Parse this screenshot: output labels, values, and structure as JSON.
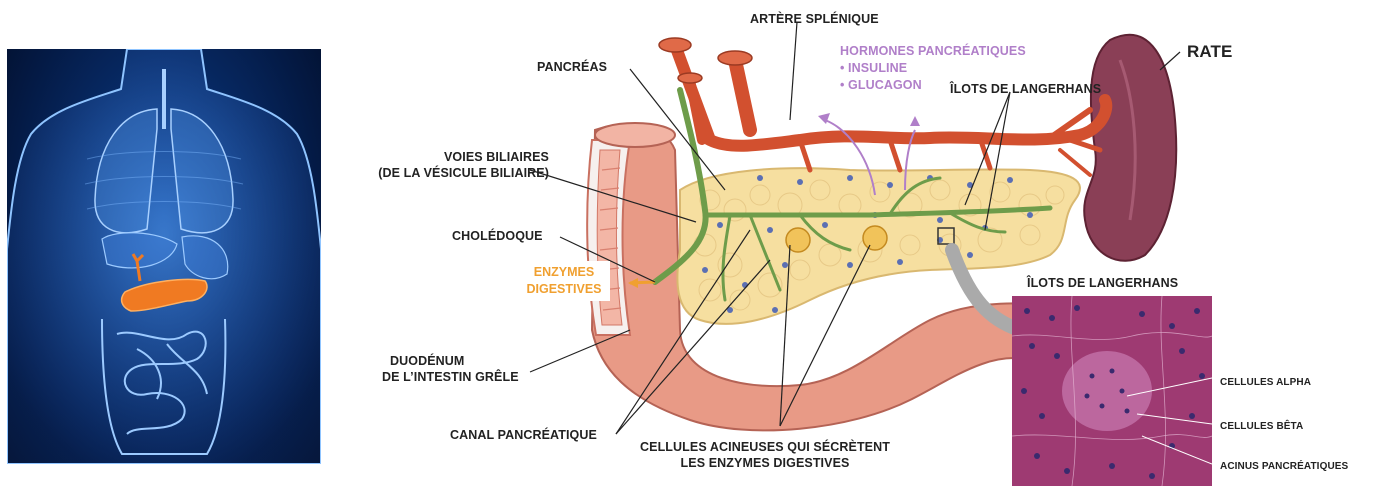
{
  "labels": {
    "artere_splenique": "ARTÈRE SPLÉNIQUE",
    "pancreas": "PANCRÉAS",
    "hormones_title": "HORMONES PANCRÉATIQUES",
    "hormone_1": "• INSULINE",
    "hormone_2": "• GLUCAGON",
    "ilots_top": "ÎLOTS DE LANGERHANS",
    "rate": "RATE",
    "voies_1": "VOIES BILIAIRES",
    "voies_2": "(DE LA VÉSICULE BILIAIRE)",
    "choledoque": "CHOLÉDOQUE",
    "enzymes_1": "ENZYMES",
    "enzymes_2": "DIGESTIVES",
    "duodenum_1": "DUODÉNUM",
    "duodenum_2": "DE L’INTESTIN GRÊLE",
    "canal": "CANAL PANCRÉATIQUE",
    "cellules_1": "CELLULES ACINEUSES QUI SÉCRÈTENT",
    "cellules_2": "LES ENZYMES DIGESTIVES",
    "ilots_bottom": "ÎLOTS DE LANGERHANS",
    "alpha": "CELLULES ALPHA",
    "beta": "CELLULES BÊTA",
    "acinus": "ACINUS PANCRÉATIQUES"
  },
  "colors": {
    "artery": "#d2502f",
    "pancreas": "#f6dfa0",
    "duct": "#6e9c4a",
    "duodenum": "#e59a84",
    "spleen": "#8a3f56",
    "hormone": "#b07fc9",
    "enzyme": "#f0a030",
    "histology": "#b0407e"
  }
}
